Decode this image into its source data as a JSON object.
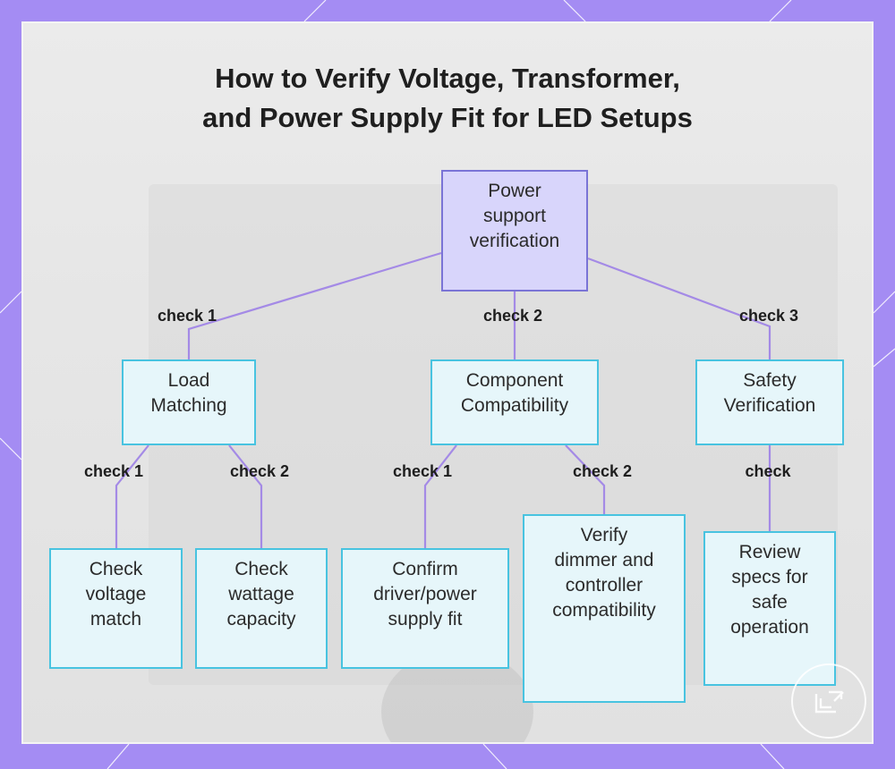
{
  "title_line1": "How to Verify Voltage, Transformer,",
  "title_line2": "and Power Supply Fit for LED Setups",
  "nodes": {
    "root": "Power\nsupport\nverification",
    "load": "Load\nMatching",
    "component": "Component\nCompatibility",
    "safety": "Safety\nVerification",
    "voltage": "Check\nvoltage\nmatch",
    "wattage": "Check\nwattage\ncapacity",
    "driver": "Confirm\ndriver/power\nsupply fit",
    "dimmer": "Verify\ndimmer and\ncontroller\ncompatibility",
    "specs": "Review\nspecs for\nsafe\noperation"
  },
  "edge_labels": {
    "root_load": "check 1",
    "root_component": "check 2",
    "root_safety": "check 3",
    "load_voltage": "check 1",
    "load_wattage": "check 2",
    "component_driver": "check 1",
    "component_dimmer": "check 2",
    "safety_specs": "check"
  },
  "colors": {
    "frame": "#a48cf3",
    "frame_lines": "#ffffff",
    "root_fill": "#d8d5fb",
    "root_border": "#7a74d6",
    "node_fill": "#e6f6fa",
    "node_border": "#48c3e0",
    "edge": "#a48ae6"
  },
  "logo_icon": "edit-document-icon"
}
